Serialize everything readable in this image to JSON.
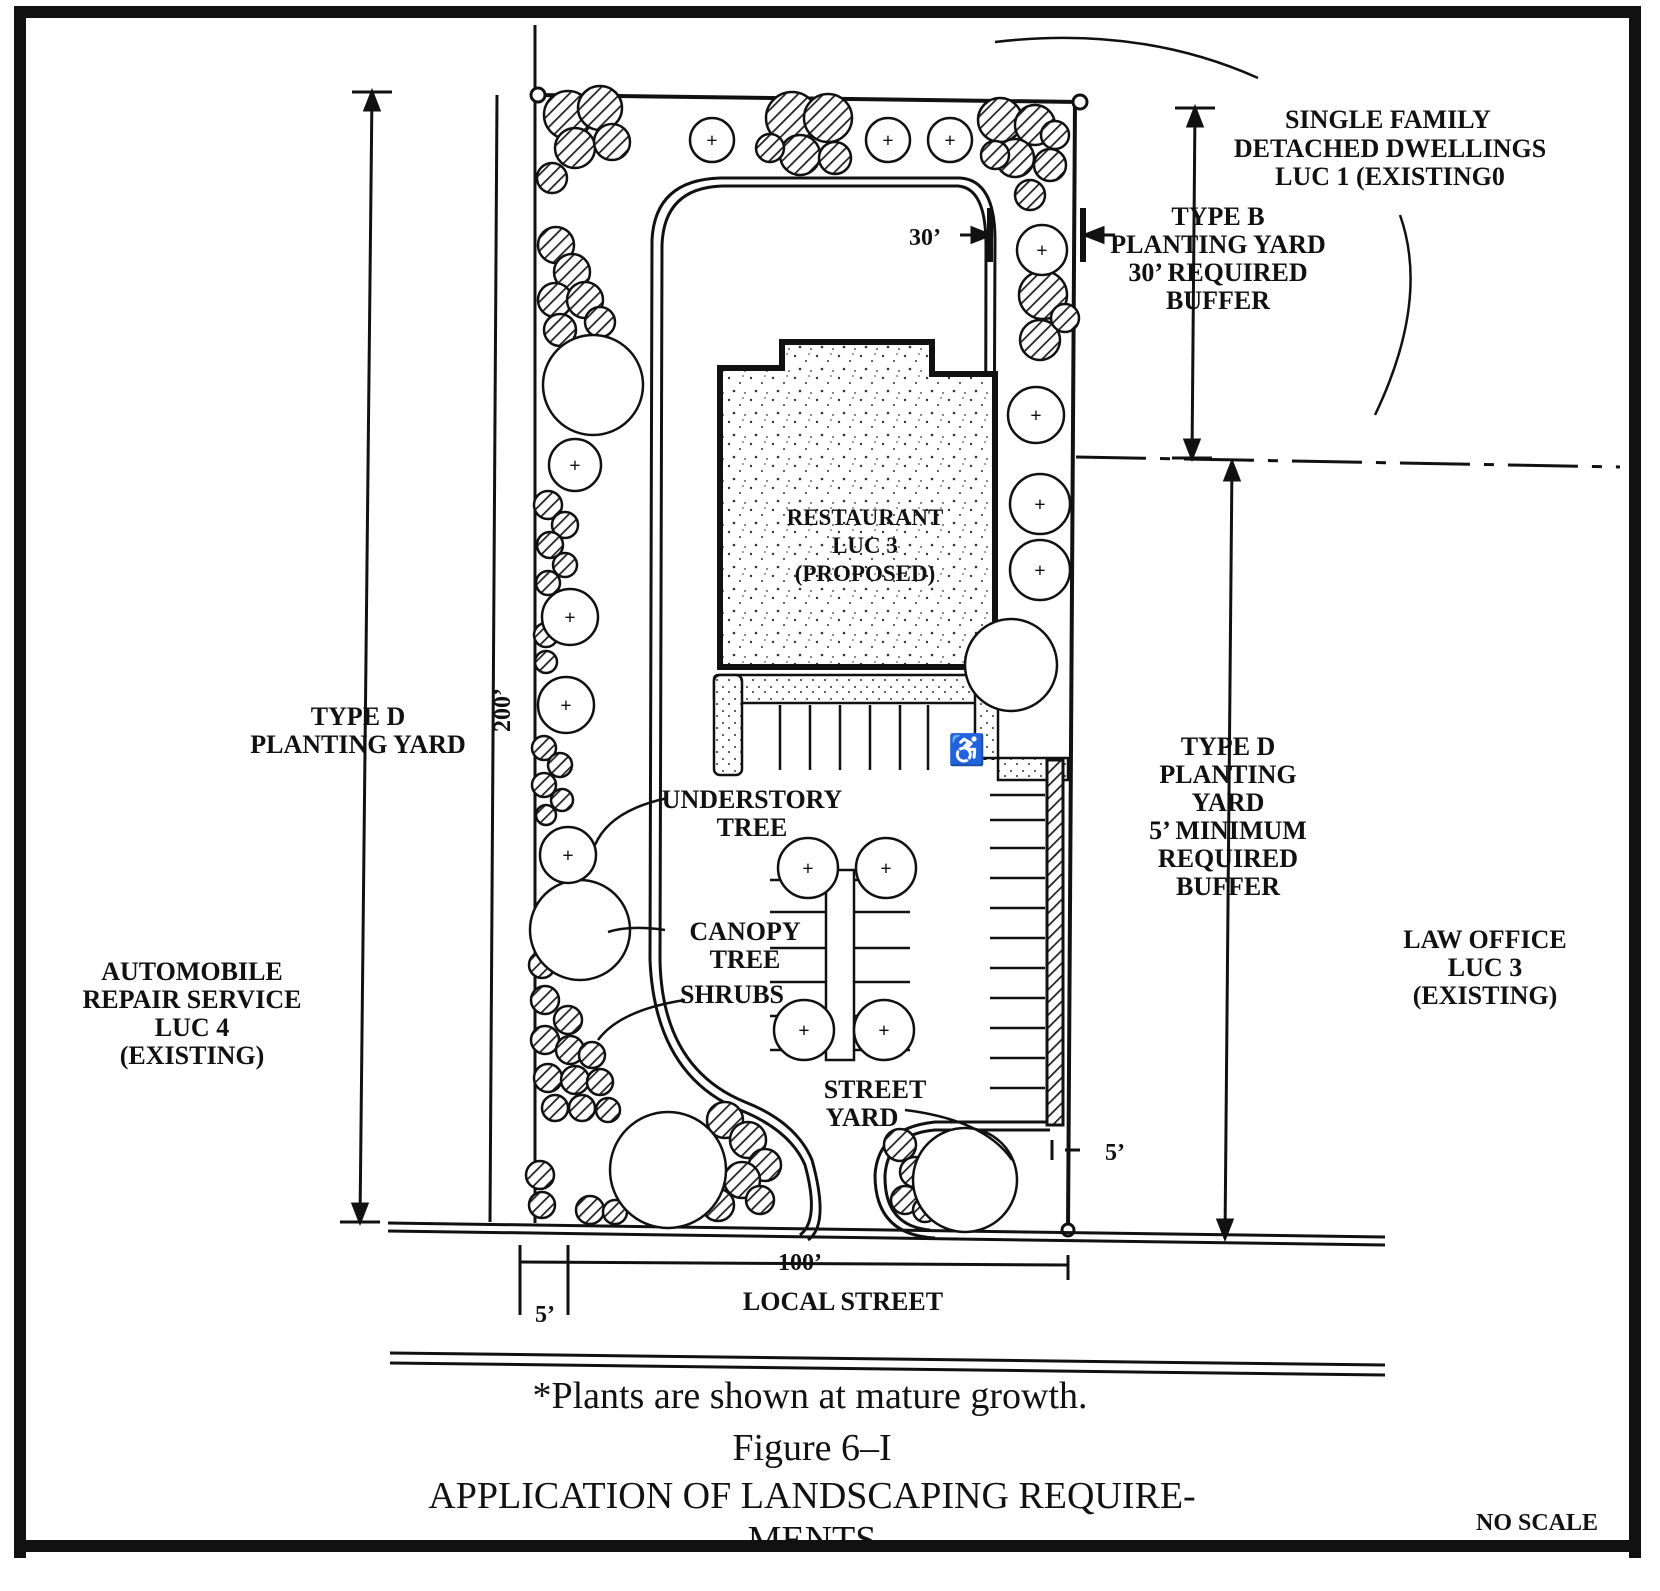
{
  "labels": {
    "single_family_1": "SINGLE FAMILY",
    "single_family_2": "DETACHED DWELLINGS",
    "single_family_3": "LUC 1 (EXISTING0",
    "type_b_1": "TYPE B",
    "type_b_2": "PLANTING YARD",
    "type_b_3": "30’ REQUIRED",
    "type_b_4": "BUFFER",
    "dim_30": "30’",
    "dim_200": "200’",
    "dim_100": "100’",
    "dim_5_bottom": "5’",
    "dim_5_right": "5’",
    "type_d_left_1": "TYPE D",
    "type_d_left_2": "PLANTING YARD",
    "type_d_right_1": "TYPE D",
    "type_d_right_2": "PLANTING",
    "type_d_right_3": "YARD",
    "type_d_right_4": "5’ MINIMUM",
    "type_d_right_5": "REQUIRED",
    "type_d_right_6": "BUFFER",
    "restaurant_1": "RESTAURANT",
    "restaurant_2": "LUC 3",
    "restaurant_3": "(PROPOSED)",
    "understory_1": "UNDERSTORY",
    "understory_2": "TREE",
    "canopy_1": "CANOPY",
    "canopy_2": "TREE",
    "shrubs": "SHRUBS",
    "street_yard_1": "STREET",
    "street_yard_2": "YARD",
    "auto_1": "AUTOMOBILE",
    "auto_2": "REPAIR SERVICE",
    "auto_3": "LUC 4",
    "auto_4": "(EXISTING)",
    "law_1": "LAW OFFICE",
    "law_2": "LUC 3",
    "law_3": "(EXISTING)",
    "local_street": "LOCAL STREET",
    "note": "*Plants are shown at mature growth.",
    "figure_number": "Figure 6–I",
    "figure_title_1": "APPLICATION OF LANDSCAPING REQUIRE-",
    "figure_title_2": "MENTS",
    "no_scale": "NO SCALE"
  }
}
